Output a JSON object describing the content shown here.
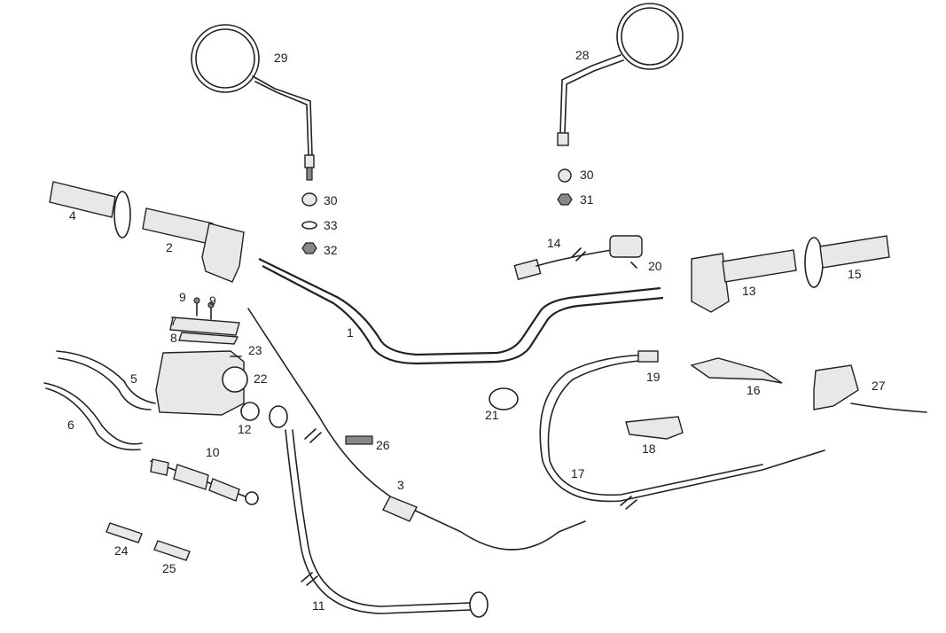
{
  "diagram": {
    "labels": {
      "p1": "1",
      "p2": "2",
      "p3": "3",
      "p4": "4",
      "p5": "5",
      "p6": "6",
      "p7": "7",
      "p8": "8",
      "p9a": "9",
      "p9b": "9",
      "p10": "10",
      "p11": "11",
      "p12": "12",
      "p13": "13",
      "p14": "14",
      "p15": "15",
      "p16": "16",
      "p17": "17",
      "p18": "18",
      "p19": "19",
      "p20": "20",
      "p21": "21",
      "p22": "22",
      "p23": "23",
      "p24": "24",
      "p25": "25",
      "p26": "26",
      "p27": "27",
      "p28": "28",
      "p29": "29",
      "p30a": "30",
      "p30b": "30",
      "p31": "31",
      "p32": "32",
      "p33": "33"
    }
  }
}
